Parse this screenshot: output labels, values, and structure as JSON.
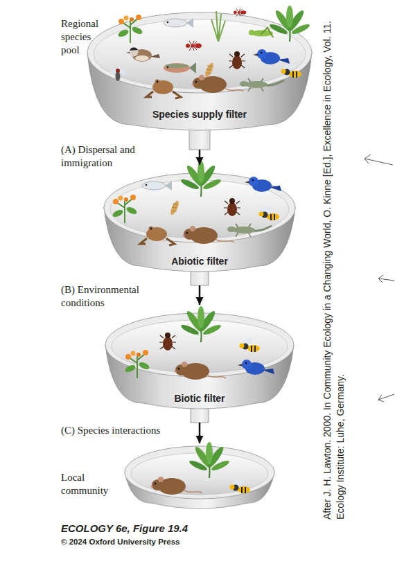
{
  "diagram": {
    "nodes": [
      {
        "text": [
          "Regional species pool",
          "Species supply filter"
        ]
      },
      {
        "text": [
          "Abiotic filter"
        ]
      },
      {
        "text": [
          "Biotic filter"
        ]
      },
      {
        "text": [
          "Local community"
        ]
      }
    ],
    "edges": [
      {
        "from": 0,
        "to": 1,
        "arrow": "to",
        "label": "(A) Dispersal and immigration"
      },
      {
        "from": 1,
        "to": 2,
        "arrow": "to",
        "label": "(B) Environmental conditions"
      },
      {
        "from": 2,
        "to": 3,
        "arrow": "to",
        "label": "(C) Species interactions"
      }
    ],
    "labels": [
      "ECOLOGY 6e, Figure 19.4",
      "© 2024 Oxford University Press",
      "After J. H. Lawton. 2000. In Community Ecology in a Changing World, O. Kinne [Ed.], Excellence in Ecology, Vol. 11. Ecology Institute: Luhe, Germany."
    ]
  }
}
